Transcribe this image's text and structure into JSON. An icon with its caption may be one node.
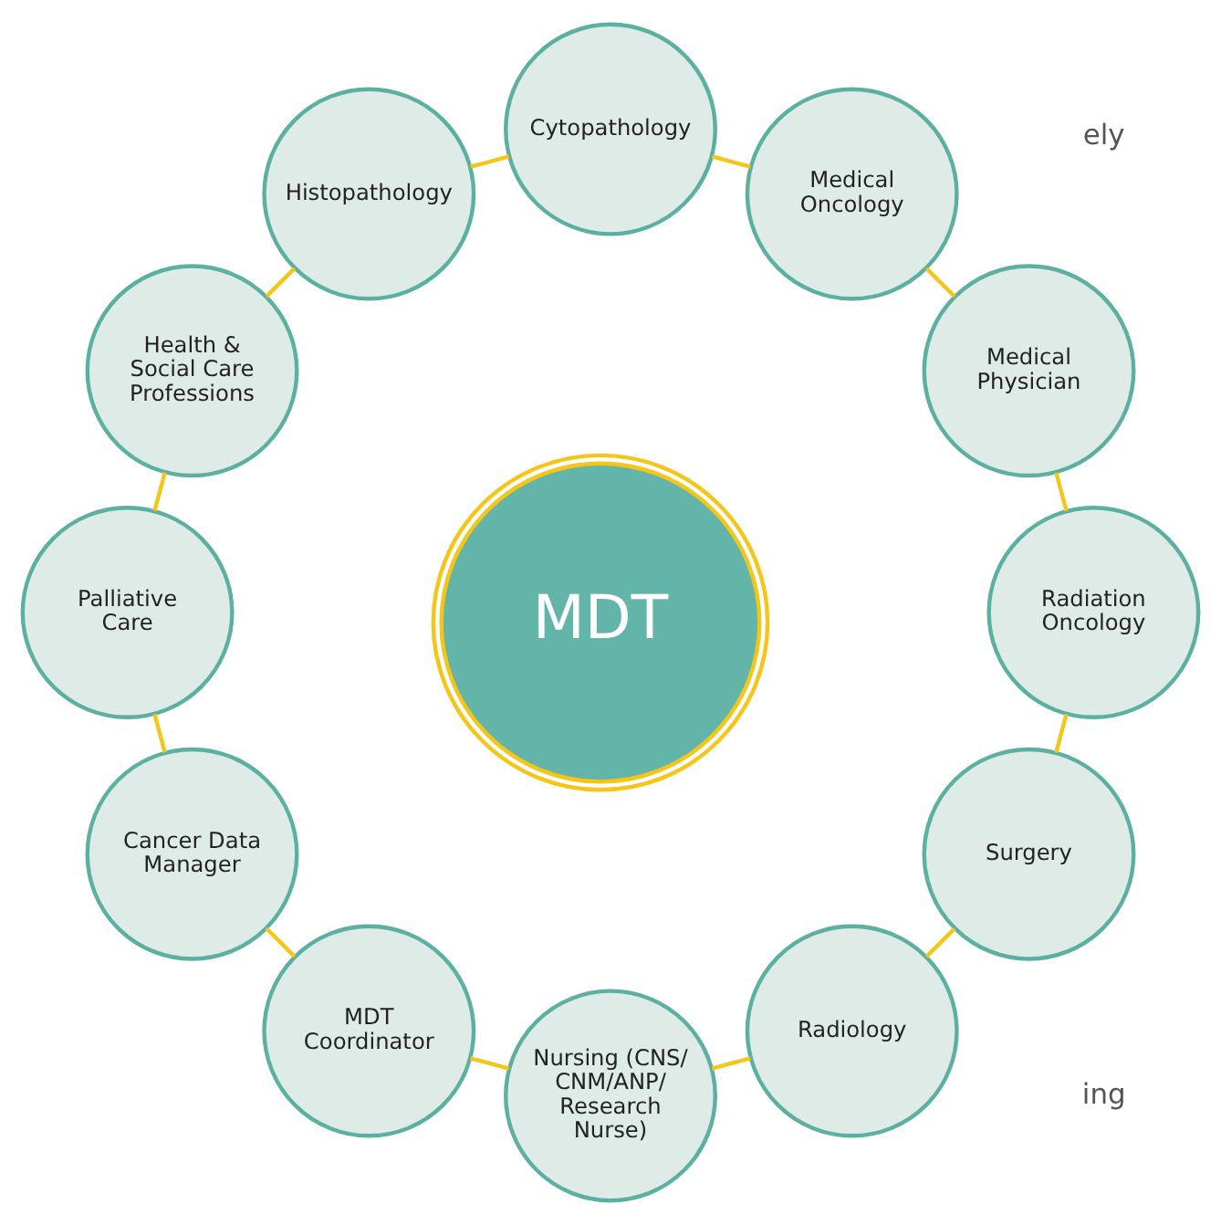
{
  "diagram": {
    "nodes": [
      {
        "text": [
          "Surgery"
        ]
      },
      {
        "text": [
          "Radiology"
        ]
      },
      {
        "text": [
          "Nursing (CNS/ CNM/ANP/ Research Nurse)"
        ]
      },
      {
        "text": [
          "MDT Coordinator"
        ]
      },
      {
        "text": [
          "Cancer Data Manager"
        ]
      },
      {
        "text": [
          "Palliative Care"
        ]
      },
      {
        "text": [
          "Health & Social Care Professions"
        ]
      },
      {
        "text": [
          "Histopathology"
        ]
      },
      {
        "text": [
          "Cytopathology"
        ]
      },
      {
        "text": [
          "Medical Oncology"
        ]
      },
      {
        "text": [
          "Medical Physician"
        ]
      },
      {
        "text": [
          "Radiation Oncology"
        ]
      },
      {
        "text": [
          "MDT"
        ]
      }
    ],
    "edges": [
      {
        "from": 0,
        "to": 1,
        "arrow": "none",
        "color": "#f5c518"
      },
      {
        "from": 1,
        "to": 2,
        "arrow": "none",
        "color": "#f5c518"
      },
      {
        "from": 2,
        "to": 3,
        "arrow": "none",
        "color": "#f5c518"
      },
      {
        "from": 3,
        "to": 4,
        "arrow": "none",
        "color": "#f5c518"
      },
      {
        "from": 4,
        "to": 5,
        "arrow": "none",
        "color": "#f5c518"
      },
      {
        "from": 5,
        "to": 6,
        "arrow": "none",
        "color": "#f5c518"
      },
      {
        "from": 6,
        "to": 7,
        "arrow": "none",
        "color": "#f5c518"
      },
      {
        "from": 7,
        "to": 8,
        "arrow": "none",
        "color": "#f5c518"
      },
      {
        "from": 8,
        "to": 9,
        "arrow": "none",
        "color": "#f5c518"
      },
      {
        "from": 9,
        "to": 10,
        "arrow": "none",
        "color": "#f5c518"
      },
      {
        "from": 10,
        "to": 11,
        "arrow": "none",
        "color": "#f5c518"
      },
      {
        "from": 11,
        "to": 0,
        "arrow": "none",
        "color": "#f5c518"
      }
    ],
    "labels": [
      "ely",
      "ing"
    ]
  }
}
